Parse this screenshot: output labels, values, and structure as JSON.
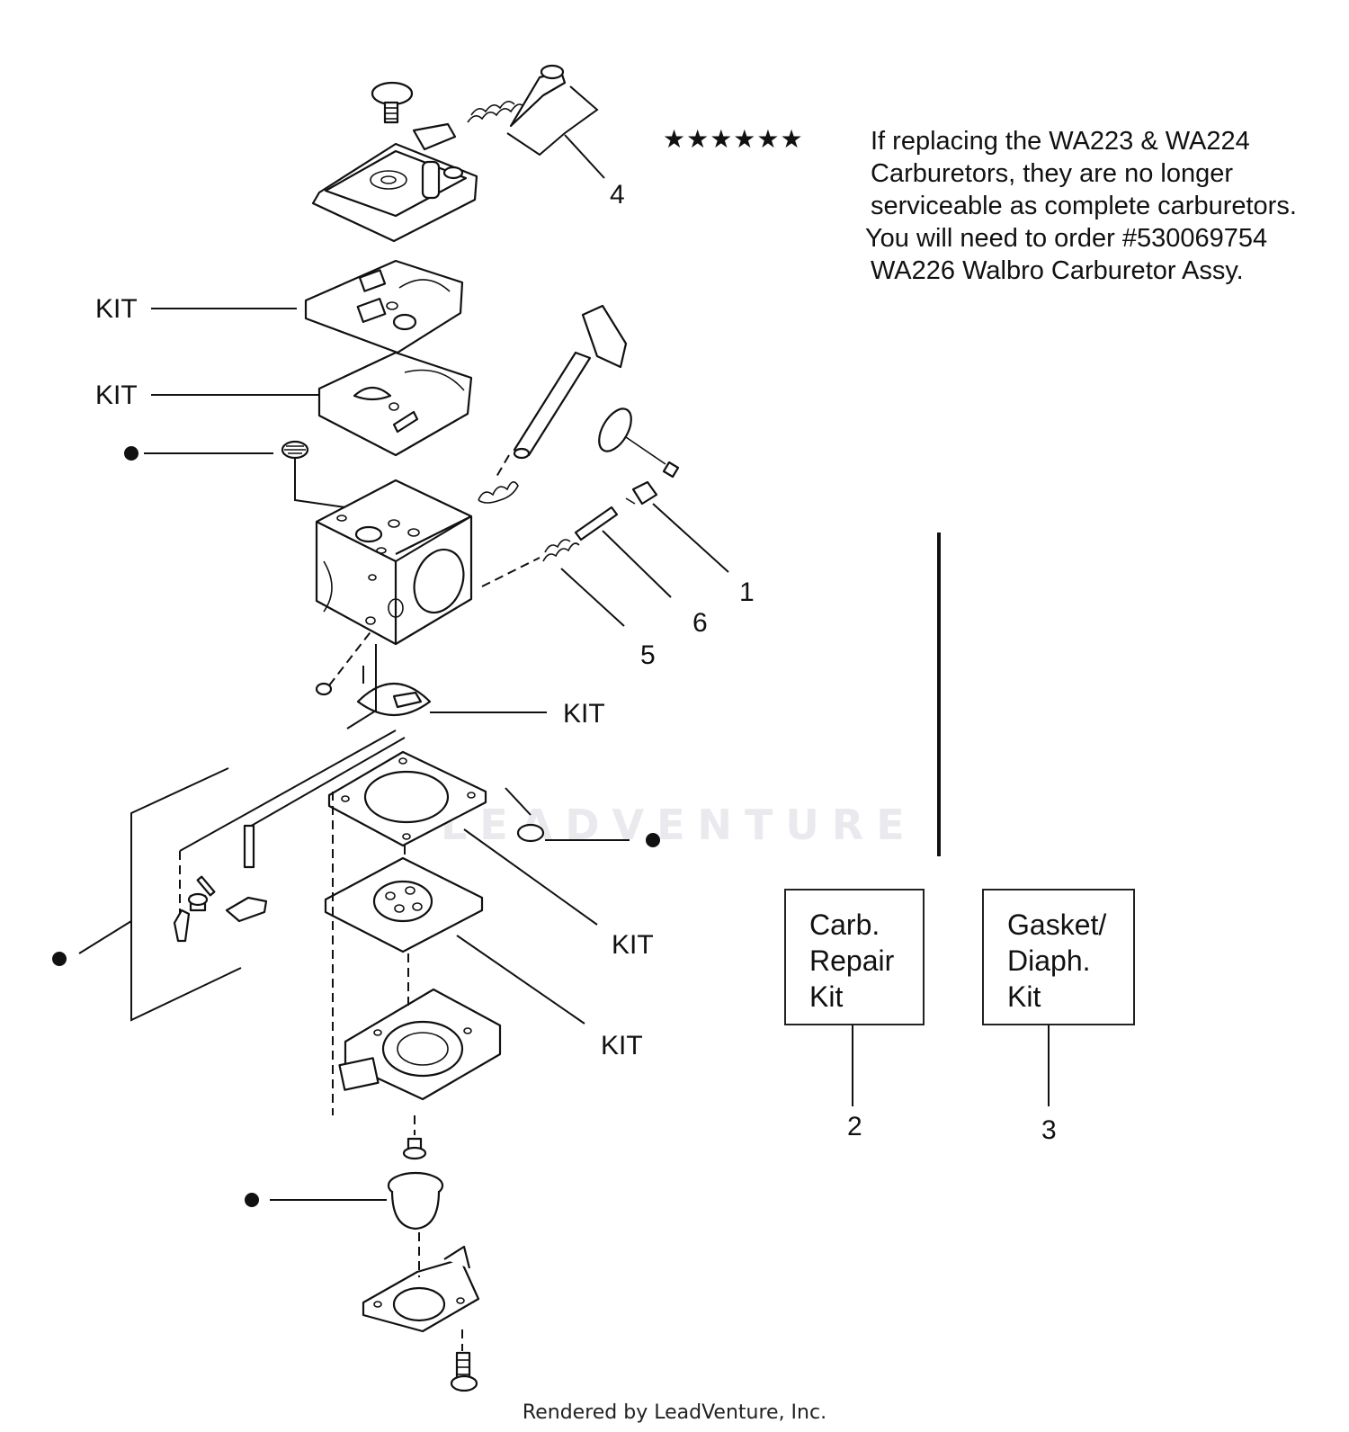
{
  "note": {
    "stars": "★★★★★★",
    "lines": [
      "If replacing the WA223 & WA224",
      "Carburetors, they are no longer",
      "serviceable as complete carburetors.",
      "You will need to order #530069754",
      "WA226 Walbro Carburetor Assy."
    ]
  },
  "callouts": {
    "kit_1": "KIT",
    "kit_2": "KIT",
    "kit_3": "KIT",
    "kit_4": "KIT",
    "kit_5": "KIT",
    "n1": "1",
    "n2": "2",
    "n3": "3",
    "n4": "4",
    "n5": "5",
    "n6": "6"
  },
  "kits": {
    "carb_repair": "Carb.\nRepair\nKit",
    "gasket_diaph": "Gasket/\nDiaph.\nKit"
  },
  "watermark": "LEADVENTURE",
  "footer": "Rendered by LeadVenture, Inc."
}
